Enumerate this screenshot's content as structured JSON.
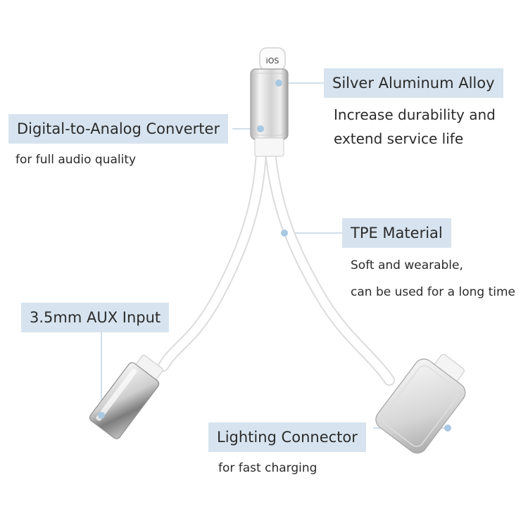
{
  "connector_badge": "iOS",
  "callouts": {
    "silver_alloy": {
      "title": "Silver Aluminum Alloy",
      "lines": [
        "Increase durability and",
        "extend service life"
      ]
    },
    "dac": {
      "title": "Digital-to-Analog Converter",
      "lines": [
        "for full audio quality"
      ]
    },
    "tpe": {
      "title": "TPE Material",
      "lines": [
        "Soft and wearable,",
        "can be used for a long time"
      ]
    },
    "aux": {
      "title": "3.5mm AUX Input"
    },
    "lighting": {
      "title": "Lighting Connector",
      "lines": [
        "for fast charging"
      ]
    }
  },
  "colors": {
    "label_bg": "#d7e4ef",
    "leader": "#c3d4e3",
    "dot": "#a9c8e2",
    "metal_light": "#f2f2f2",
    "metal_dark": "#a8a8a8",
    "cable": "#ffffff",
    "cable_edge": "#dcdcdc"
  }
}
